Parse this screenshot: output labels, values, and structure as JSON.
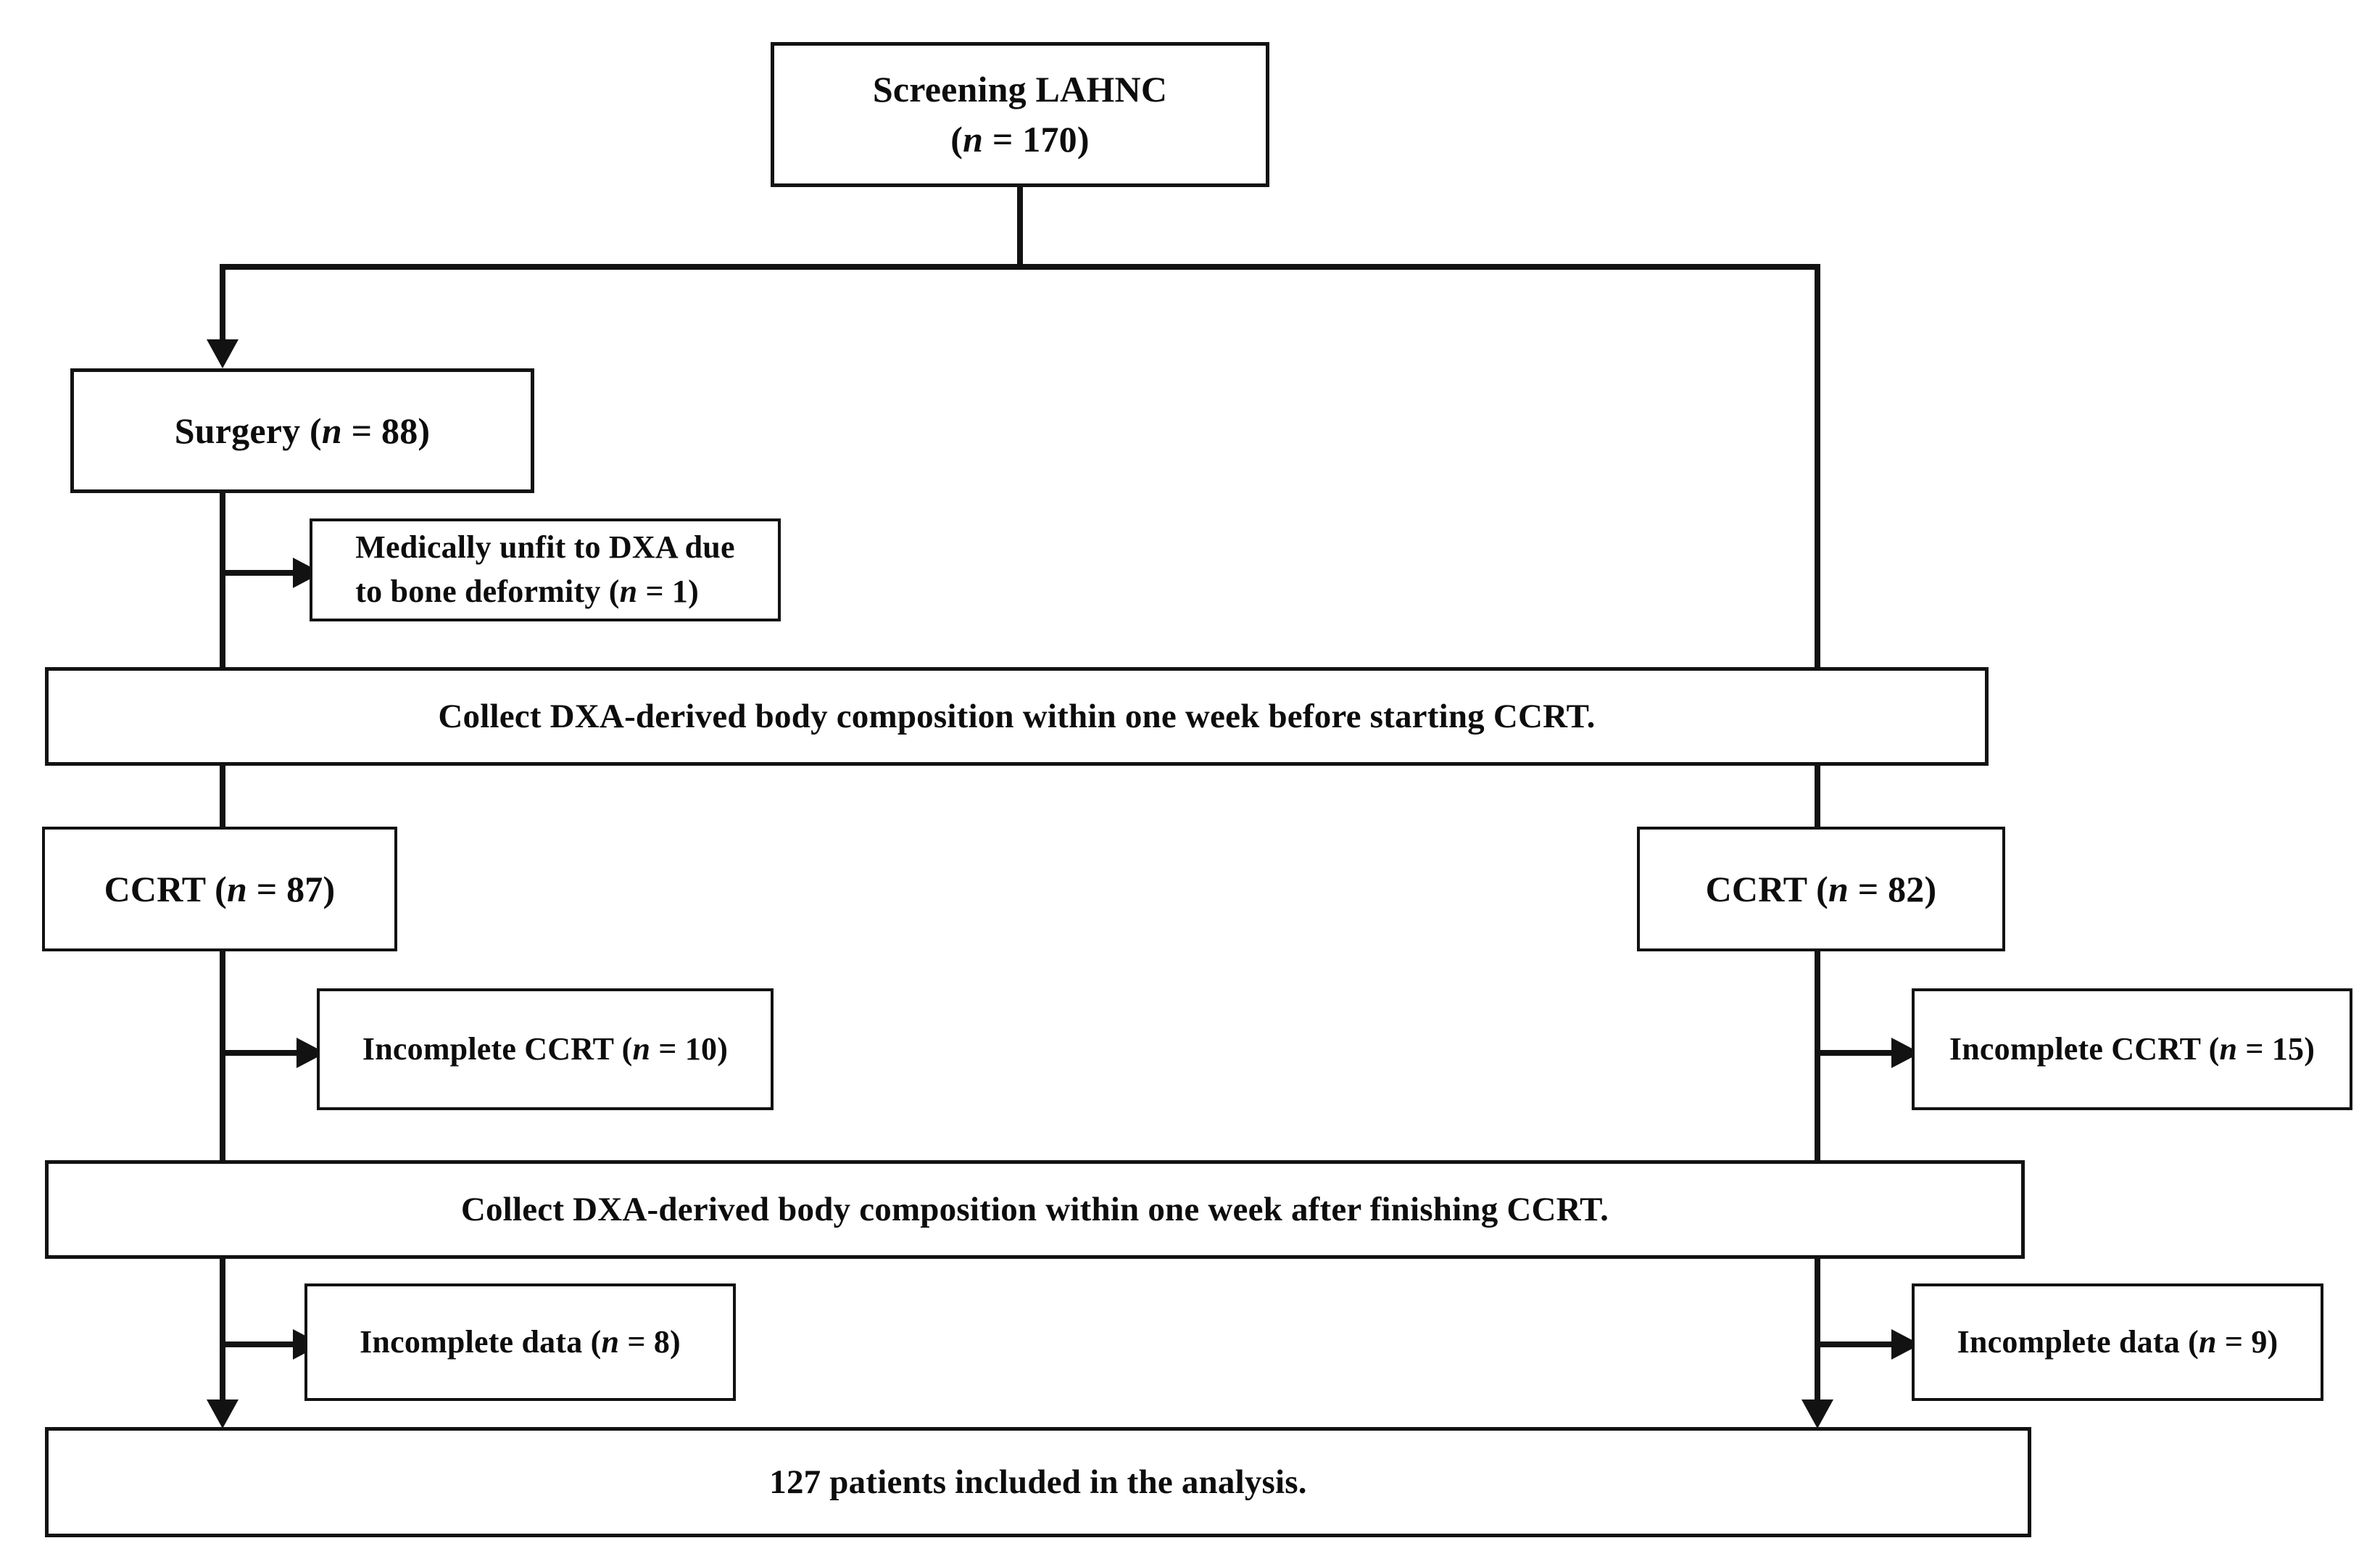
{
  "diagram": {
    "title": "CONSORT-style patient flow diagram",
    "line_color": "#121212",
    "box_fill": "#ffffff",
    "text_color": "#0d0d0d"
  },
  "nodes": {
    "screening": {
      "label": "Screening LAHNC\n(n = 170)",
      "line1": "Screening LAHNC",
      "line2": "(n = 170)",
      "n": 170
    },
    "surgery": {
      "label": "Surgery (n = 88)",
      "n": 88
    },
    "medically_unfit": {
      "label": "Medically unfit to DXA due\nto bone deformity  (n = 1)",
      "line1": "Medically unfit to DXA due",
      "line2": "to bone deformity  (n = 1)",
      "n": 1
    },
    "dxa_before": {
      "label": "Collect DXA-derived body composition  within  one week before starting CCRT."
    },
    "ccrt_left": {
      "label": "CCRT (n = 87)",
      "n": 87
    },
    "ccrt_right": {
      "label": "CCRT (n = 82)",
      "n": 82
    },
    "incomplete_ccrt_left": {
      "label": "Incomplete CCRT  (n = 10)",
      "n": 10
    },
    "incomplete_ccrt_right": {
      "label": "Incomplete CCRT  (n = 15)",
      "n": 15
    },
    "dxa_after": {
      "label": "Collect DXA-derived body composition  within  one week after finishing CCRT."
    },
    "incomplete_data_left": {
      "label": "Incomplete data  (n = 8)",
      "n": 8
    },
    "incomplete_data_right": {
      "label": "Incomplete data  (n = 9)",
      "n": 9
    },
    "final": {
      "label": "127 patients included  in the analysis.",
      "n": 127
    }
  },
  "connectors": {
    "screening_to_split": "vertical-line",
    "split_bar": "horizontal-distribution-bar",
    "split_to_surgery": "arrow-down",
    "split_to_right_branch": "vertical-line",
    "surgery_to_unfit": "arrow-right",
    "ccrt_left_to_incomplete": "arrow-right",
    "ccrt_right_to_incomplete": "arrow-right",
    "left_to_final": "arrow-down",
    "right_to_final": "arrow-down"
  }
}
